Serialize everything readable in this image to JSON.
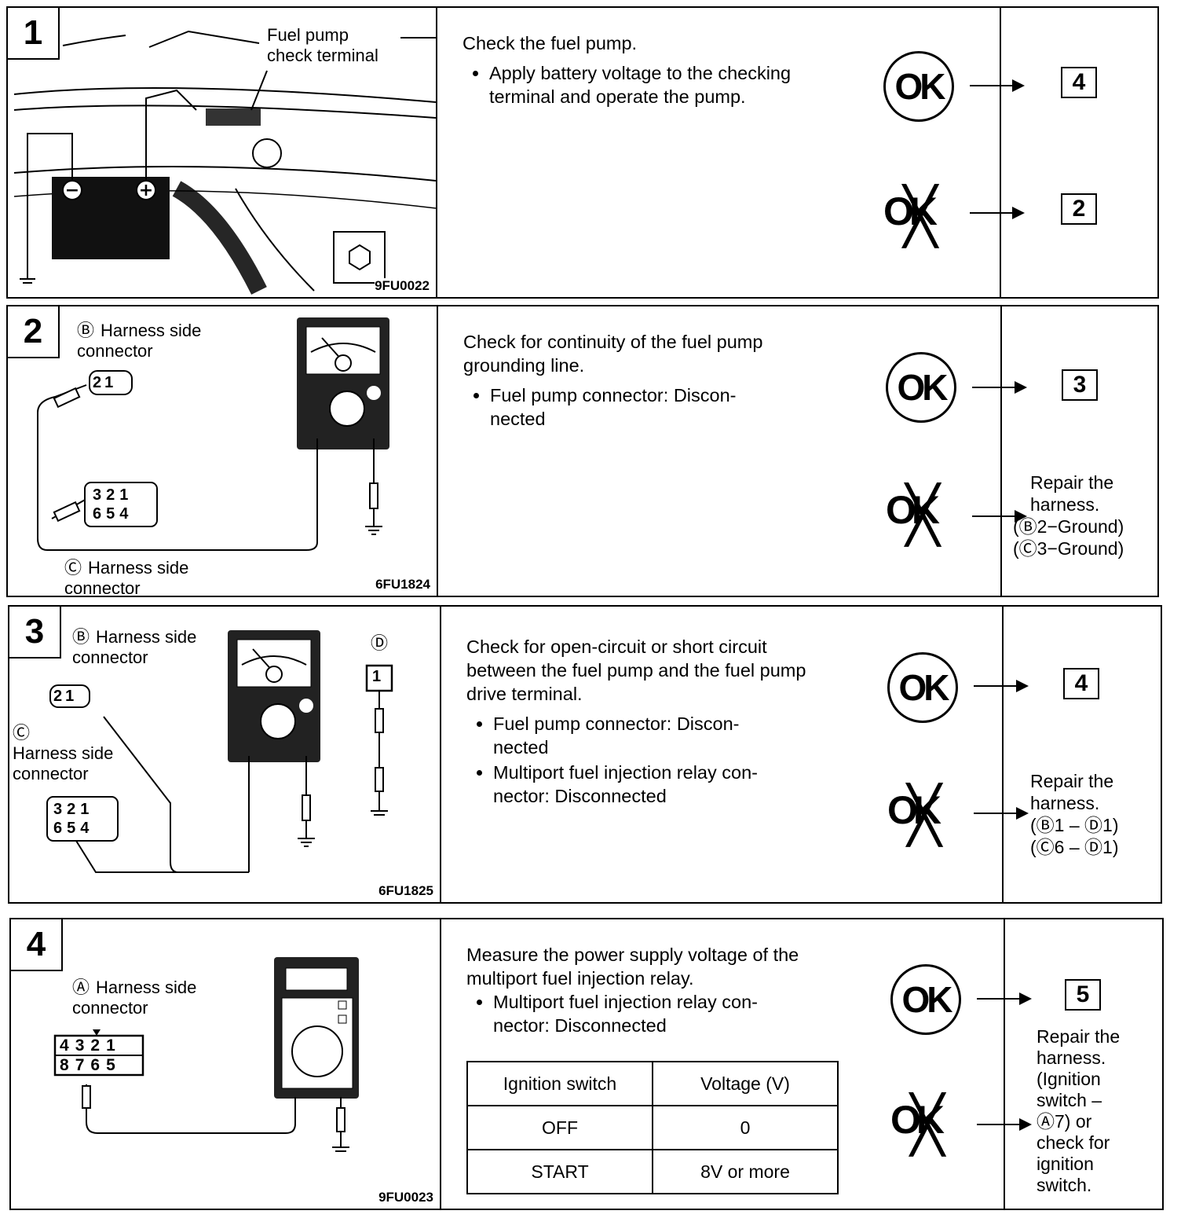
{
  "steps": [
    {
      "number": "1",
      "figure": {
        "labels": [
          "Fuel pump",
          "check terminal"
        ],
        "code": "9FU0022"
      },
      "description": "Check the fuel pump.",
      "bullets": [
        "Apply battery voltage to the checking terminal and operate the pump."
      ],
      "ok_label": "OK",
      "ng_label": "OK",
      "ok_target": "4",
      "ng_target": "2"
    },
    {
      "number": "2",
      "figure": {
        "label_b": "Harness side connector",
        "label_c": "Harness side connector",
        "code": "6FU1824"
      },
      "description": "Check for continuity of the fuel pump grounding line.",
      "bullets": [
        "Fuel pump connector: Discon- nected"
      ],
      "ok_label": "OK",
      "ng_label": "OK",
      "ok_target": "3",
      "ng_repair": [
        "Repair the",
        "harness.",
        "(Ⓑ2−Ground)",
        "(Ⓒ3−Ground)"
      ]
    },
    {
      "number": "3",
      "figure": {
        "label_b": "Harness side connector",
        "label_c": "Harness side connector",
        "label_d": "Ⓓ",
        "code": "6FU1825"
      },
      "description": "Check for open-circuit or short circuit between the fuel pump and the fuel pump drive terminal.",
      "bullets": [
        "Fuel pump connector: Discon- nected",
        "Multiport fuel injection relay con- nector: Disconnected"
      ],
      "ok_label": "OK",
      "ng_label": "OK",
      "ok_target": "4",
      "ng_repair": [
        "Repair the",
        "harness.",
        "(Ⓑ1 – Ⓓ1)",
        "(Ⓒ6 – Ⓓ1)"
      ]
    },
    {
      "number": "4",
      "figure": {
        "label_a": "Harness side connector",
        "code": "9FU0023"
      },
      "description": "Measure the power supply voltage of the multiport fuel injection relay.",
      "bullets": [
        "Multiport fuel injection relay con- nector: Disconnected"
      ],
      "table": {
        "headers": [
          "Ignition switch",
          "Voltage (V)"
        ],
        "rows": [
          [
            "OFF",
            "0"
          ],
          [
            "START",
            "8V or more"
          ]
        ]
      },
      "ok_label": "OK",
      "ng_label": "OK",
      "ok_target": "5",
      "ng_repair": [
        "Repair the",
        "harness.",
        "(Ignition",
        "switch –",
        "Ⓐ7) or",
        "check for",
        "ignition",
        "switch."
      ]
    }
  ],
  "connector_pins": {
    "two_pin": [
      "2",
      "1"
    ],
    "six_pin_top": [
      "3",
      "2",
      "1"
    ],
    "six_pin_bottom": [
      "6",
      "5",
      "4"
    ],
    "eight_pin_top": [
      "4",
      "3",
      "2",
      "1"
    ],
    "eight_pin_bottom": [
      "8",
      "7",
      "6",
      "5"
    ]
  }
}
